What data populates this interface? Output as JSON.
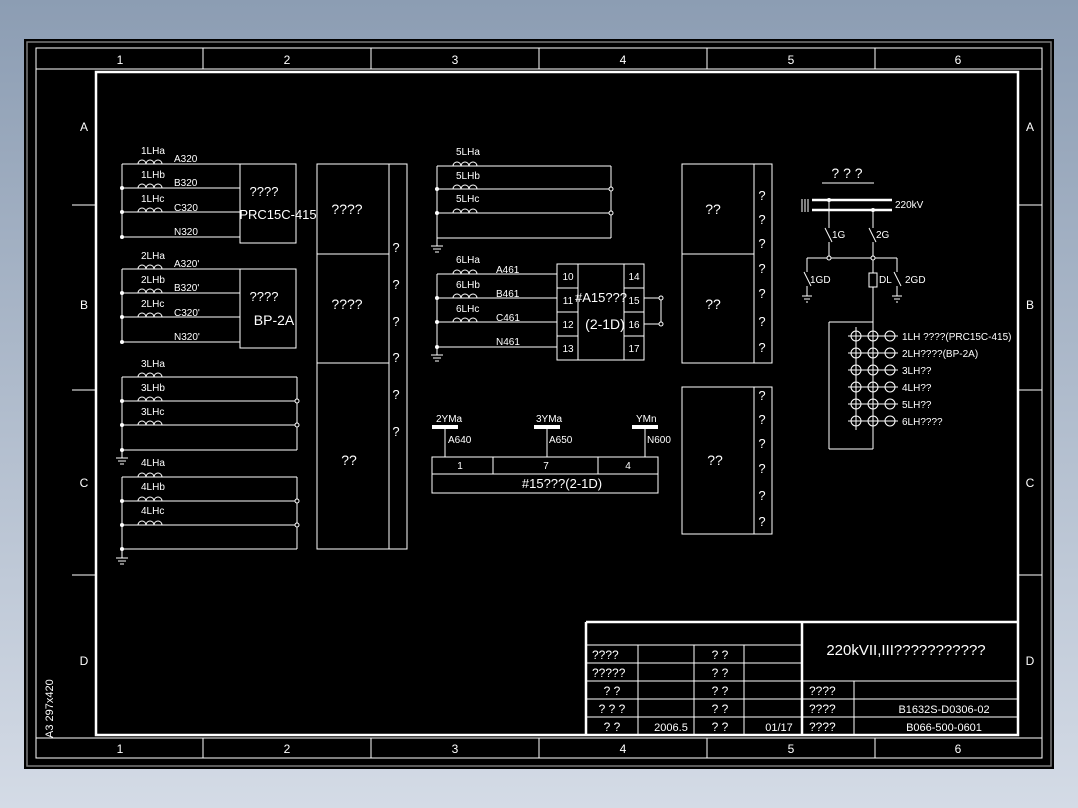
{
  "sheet": {
    "format_label": "A3  297x420",
    "columns": [
      "1",
      "2",
      "3",
      "4",
      "5",
      "6"
    ],
    "rows": [
      "A",
      "B",
      "C",
      "D"
    ]
  },
  "ct_groups": {
    "g1": {
      "coils": [
        "1LHa",
        "1LHb",
        "1LHc"
      ],
      "wires": [
        "A320",
        "B320",
        "C320",
        "N320"
      ],
      "device_line1": "????",
      "device_line2": "PRC15C-415"
    },
    "g2": {
      "coils": [
        "2LHa",
        "2LHb",
        "2LHc"
      ],
      "wires": [
        "A320'",
        "B320'",
        "C320'",
        "N320'"
      ],
      "device_line1": "????",
      "device_line2": "BP-2A"
    },
    "g3": {
      "coils": [
        "3LHa",
        "3LHb",
        "3LHc"
      ]
    },
    "g4": {
      "coils": [
        "4LHa",
        "4LHb",
        "4LHc"
      ]
    },
    "g5": {
      "coils": [
        "5LHa",
        "5LHb",
        "5LHc"
      ]
    },
    "g6": {
      "coils": [
        "6LHa",
        "6LHb",
        "6LHc"
      ],
      "wires": [
        "A461",
        "B461",
        "C461",
        "N461"
      ]
    }
  },
  "left_table": {
    "cells": [
      "????",
      "????",
      "??"
    ],
    "marks": [
      "?",
      "?",
      "?",
      "?",
      "?",
      "?"
    ]
  },
  "mid_block": {
    "line1": "#A15???",
    "line2": "(2-1D)",
    "left_terms": [
      "10",
      "11",
      "12",
      "13"
    ],
    "right_terms": [
      "14",
      "15",
      "16",
      "17"
    ]
  },
  "pt": {
    "tags": [
      "2YMa",
      "3YMa",
      "YMn"
    ],
    "wires": [
      "A640",
      "A650",
      "N600"
    ],
    "terms": [
      "1",
      "7",
      "4"
    ],
    "strip_label": "#15???(2-1D)"
  },
  "right_table1": {
    "cells": [
      "??",
      "??"
    ],
    "marks": [
      "?",
      "?",
      "?",
      "?",
      "?",
      "?",
      "?"
    ]
  },
  "right_table2": {
    "cells": [
      "??"
    ],
    "marks": [
      "?",
      "?",
      "?",
      "?",
      "?",
      "?"
    ]
  },
  "single_line": {
    "title": "? ? ?",
    "bus_label": "220kV",
    "labels": [
      "1G",
      "2G",
      "1GD",
      "DL",
      "2GD"
    ],
    "ct_list": [
      "1LH ????(PRC15C-415)",
      "2LH????(BP-2A)",
      "3LH??",
      "4LH??",
      "5LH??",
      "6LH????"
    ]
  },
  "title_block": {
    "title": "220kVII,III???????????",
    "left_rows": [
      [
        "????",
        "",
        "? ?",
        ""
      ],
      [
        "?????",
        "",
        "? ?",
        ""
      ],
      [
        "?  ?",
        "",
        "? ?",
        ""
      ],
      [
        "? ? ?",
        "",
        "? ?",
        ""
      ],
      [
        "?  ?",
        "2006.5",
        "? ?",
        "01/17"
      ]
    ],
    "right_rows": [
      [
        "????",
        ""
      ],
      [
        "????",
        "B1632S-D0306-02"
      ],
      [
        "????",
        "B066-500-0601"
      ]
    ]
  }
}
